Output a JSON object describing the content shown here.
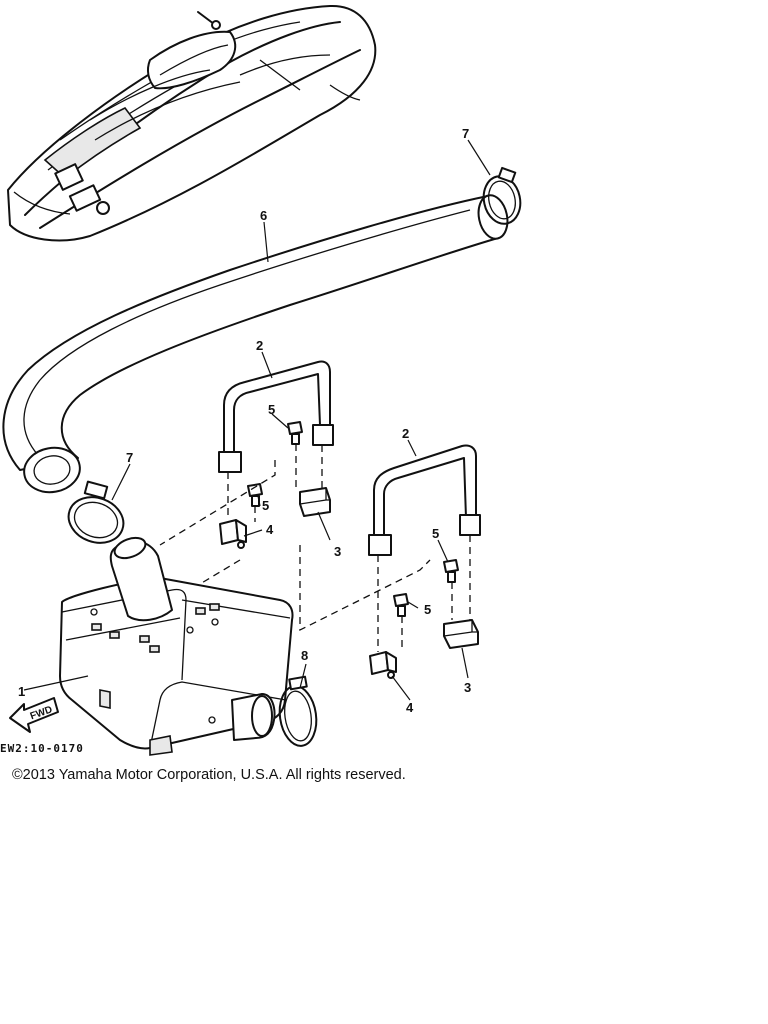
{
  "diagram": {
    "callouts": {
      "c1": "1",
      "c2a": "2",
      "c2b": "2",
      "c3a": "3",
      "c3b": "3",
      "c4a": "4",
      "c4b": "4",
      "c5a": "5",
      "c5b": "5",
      "c5c": "5",
      "c5d": "5",
      "c6": "6",
      "c7a": "7",
      "c7b": "7",
      "c8": "8"
    },
    "figure_code": "EW2:10-0170",
    "fwd_label": "FWD",
    "copyright": "©2013 Yamaha Motor Corporation, U.S.A. All rights reserved."
  }
}
